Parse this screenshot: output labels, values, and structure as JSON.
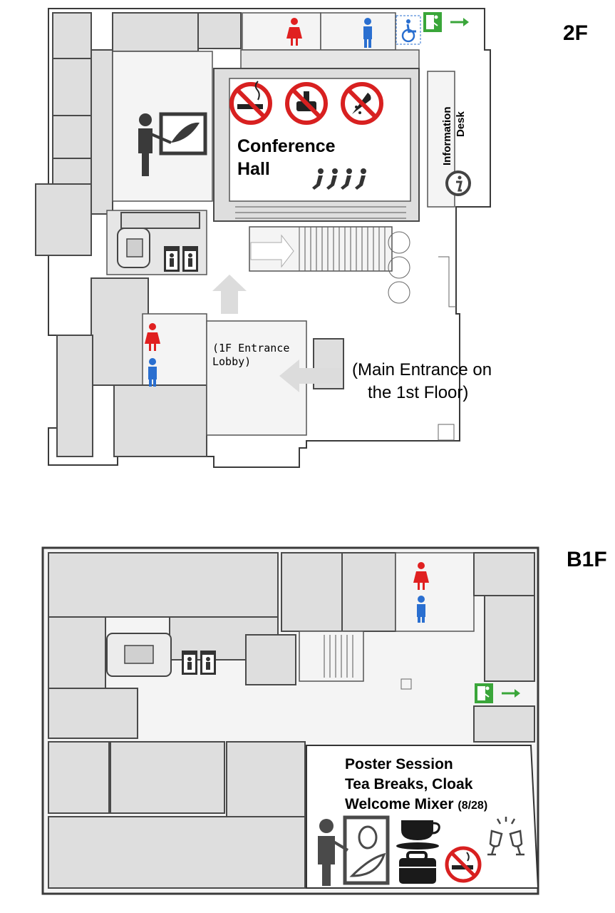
{
  "floors": {
    "second": {
      "tag": "2F",
      "conference_hall": [
        "Conference",
        "Hall"
      ],
      "information_desk": [
        "Information",
        "Desk"
      ],
      "entrance_lobby": [
        "(1F Entrance",
        "Lobby)"
      ],
      "main_entrance": [
        "(Main Entrance on",
        "the 1st Floor)"
      ]
    },
    "basement": {
      "tag": "B1F",
      "poster_session": "Poster Session",
      "tea_breaks": "Tea Breaks, Cloak",
      "welcome_mixer": "Welcome Mixer",
      "mixer_date": "(8/28)"
    }
  },
  "icons": {
    "women_restroom": "woman-icon",
    "men_restroom": "man-icon",
    "accessible": "wheelchair-icon",
    "emergency_exit": "exit-icon",
    "no_smoking": "no-smoking-icon",
    "no_food": "no-food-icon",
    "no_umbrella": "no-umbrella-icon",
    "information": "info-icon",
    "presenter": "presenter-icon",
    "audience": "audience-icon",
    "elevator": "elevator-icon",
    "coffee": "coffee-cup-icon",
    "cloak": "bag-icon",
    "toast": "toast-glasses-icon",
    "direction": "arrow-icon"
  },
  "colors": {
    "women": "#e02020",
    "men": "#2a6fd0",
    "exit_green": "#3aa63a",
    "prohibition_red": "#d82020",
    "info_grey": "#444444",
    "walkway": "#dcdcdc"
  }
}
